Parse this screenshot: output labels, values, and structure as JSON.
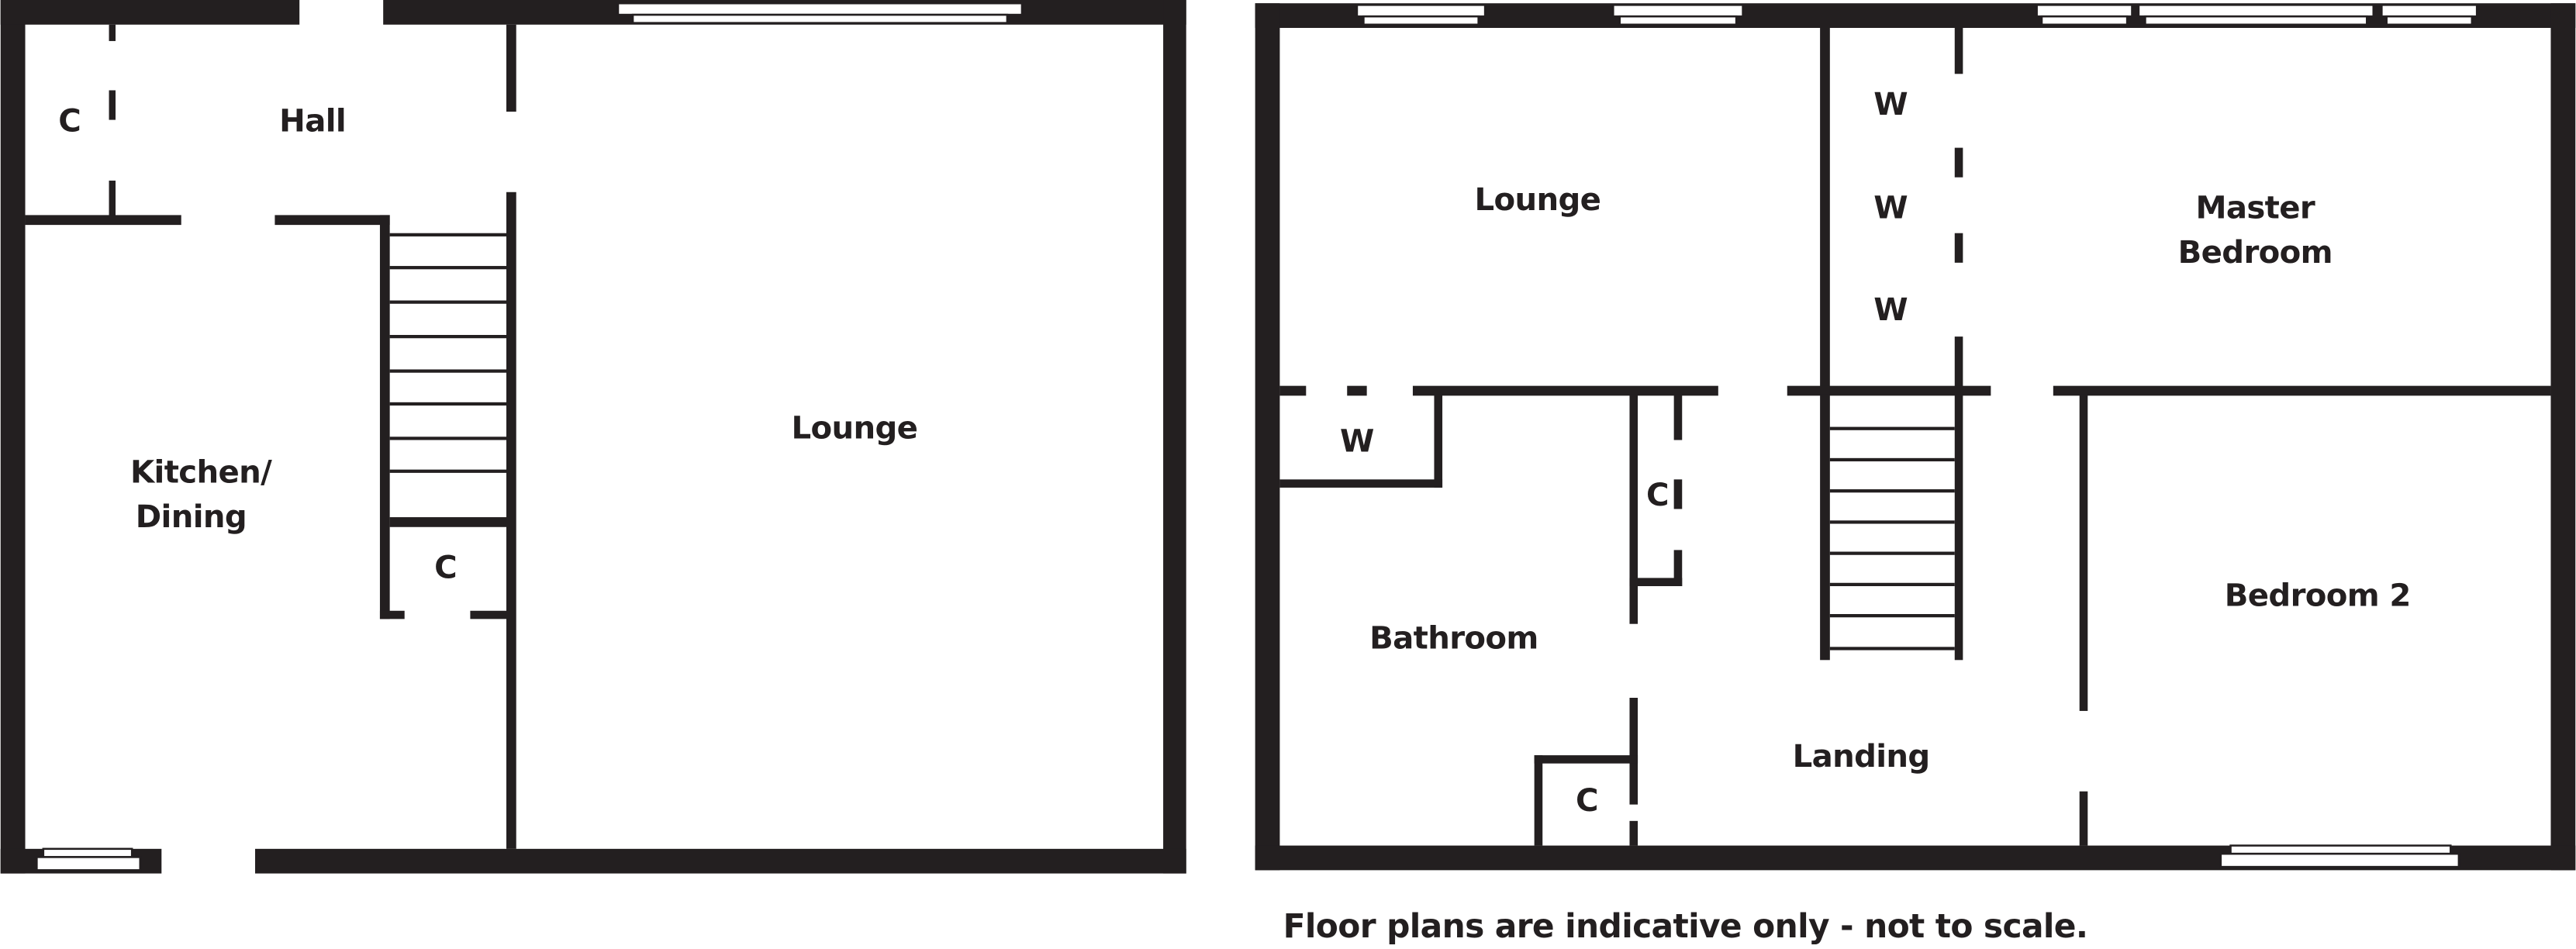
{
  "ground_floor": {
    "rooms": {
      "cupboard_hall": "C",
      "hall": "Hall",
      "kitchen_line1": "Kitchen/",
      "kitchen_line2": "Dining",
      "cupboard_stair": "C",
      "lounge": "Lounge"
    }
  },
  "first_floor": {
    "rooms": {
      "lounge": "Lounge",
      "wardrobe_1": "W",
      "wardrobe_2": "W",
      "wardrobe_3": "W",
      "master_line1": "Master",
      "master_line2": "Bedroom",
      "wardrobe_bath": "W",
      "cupboard_landing": "C",
      "bathroom": "Bathroom",
      "bedroom2": "Bedroom 2",
      "landing": "Landing",
      "cupboard_bath": "C"
    }
  },
  "footer": {
    "disclaimer": "Floor plans are indicative only - not to scale."
  },
  "colors": {
    "wall": "#231f20",
    "background": "#ffffff"
  }
}
